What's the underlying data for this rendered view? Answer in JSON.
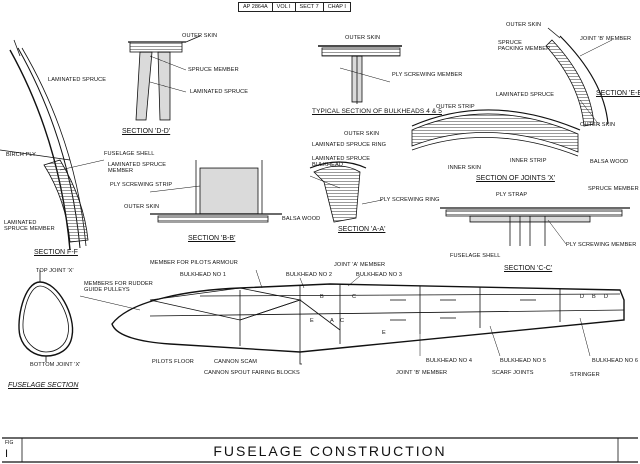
{
  "header": {
    "ref": [
      "AP 2864A",
      "VOL I",
      "SECT 7",
      "CHAP I"
    ]
  },
  "footer": {
    "title": "FUSELAGE CONSTRUCTION",
    "fig_label": "FIG",
    "fig_number": "I"
  },
  "labels": {
    "outer_skin_top": "OUTER SKIN",
    "spruce_member_top": "SPRUCE MEMBER",
    "laminated_spruce_d": "LAMINATED SPRUCE",
    "laminated_spruce_left": "LAMINATED SPRUCE",
    "section_dd": "SECTION 'D-D'",
    "outer_skin_bh": "OUTER SKIN",
    "ply_screwing_member_bh": "PLY SCREWING MEMBER",
    "typical_section": "TYPICAL SECTION OF BULKHEADS 4 & 5",
    "outer_skin_e": "OUTER SKIN",
    "joint_b_member_e": "JOINT 'B' MEMBER",
    "spruce_packing_member": "SPRUCE\nPACKING MEMBER",
    "section_ee": "SECTION 'E-E'",
    "laminated_spruce_x": "LAMINATED SPRUCE",
    "outer_strip": "OUTER STRIP",
    "outer_skin_x": "OUTER SKIN",
    "inner_skin": "INNER SKIN",
    "inner_strip": "INNER STRIP",
    "balsa_wood_x": "BALSA WOOD",
    "section_joints_x": "SECTION OF JOINTS 'X'",
    "birch_ply": "BIRCH PLY",
    "fuselage_shell_f": "FUSELAGE SHELL",
    "laminated_spruce_member_f": "LAMINATED SPRUCE\nMEMBER",
    "ply_screwing_strip": "PLY SCREWING STRIP",
    "outer_skin_b": "OUTER SKIN",
    "balsa_wood_b": "BALSA WOOD",
    "section_bb": "SECTION 'B-B'",
    "laminated_spruce_member_ff": "LAMINATED\nSPRUCE MEMBER",
    "section_ff": "SECTION F-F",
    "outer_skin_a": "OUTER SKIN",
    "laminated_spruce_ring": "LAMINATED SPRUCE RING",
    "laminated_spruce_bulkhead": "LAMINATED SPRUCE\nBULKHEAD",
    "ply_screwing_ring": "PLY SCREWING RING",
    "section_aa": "SECTION 'A-A'",
    "ply_strap": "PLY STRAP",
    "spruce_member_c": "SPRUCE MEMBER",
    "fuselage_shell_c": "FUSELAGE SHELL",
    "ply_screwing_member_c": "PLY SCREWING MEMBER",
    "section_cc": "SECTION 'C-C'",
    "top_joint_x": "TOP JOINT 'X'",
    "members_rudder": "MEMBERS FOR RUDDER\nGUIDE PULLEYS",
    "bottom_joint_x": "BOTTOM JOINT 'X'",
    "fuselage_section": "FUSELAGE SECTION",
    "member_pilots_armour": "MEMBER FOR PILOTS ARMOUR",
    "bulkhead_1": "BULKHEAD No 1",
    "bulkhead_2": "BULKHEAD No 2",
    "joint_a_member": "JOINT 'A' MEMBER",
    "bulkhead_3": "BULKHEAD No 3",
    "cannon_scam": "CANNON SCAM",
    "pilots_floor": "PILOTS FLOOR",
    "cannon_spout": "CANNON SPOUT FAIRING BLOCKS",
    "bulkhead_4": "BULKHEAD No 4",
    "joint_b_member": "JOINT 'B' MEMBER",
    "bulkhead_5": "BULKHEAD No 5",
    "scarf_joints": "SCARF JOINTS",
    "bulkhead_6": "BULKHEAD No 6",
    "stringer": "STRINGER",
    "mark_b1": "B",
    "mark_c1": "C",
    "mark_e1": "E",
    "mark_a1": "A",
    "mark_e2": "E",
    "mark_c2": "C",
    "mark_d1": "D",
    "mark_b2": "B",
    "mark_d2": "D"
  }
}
